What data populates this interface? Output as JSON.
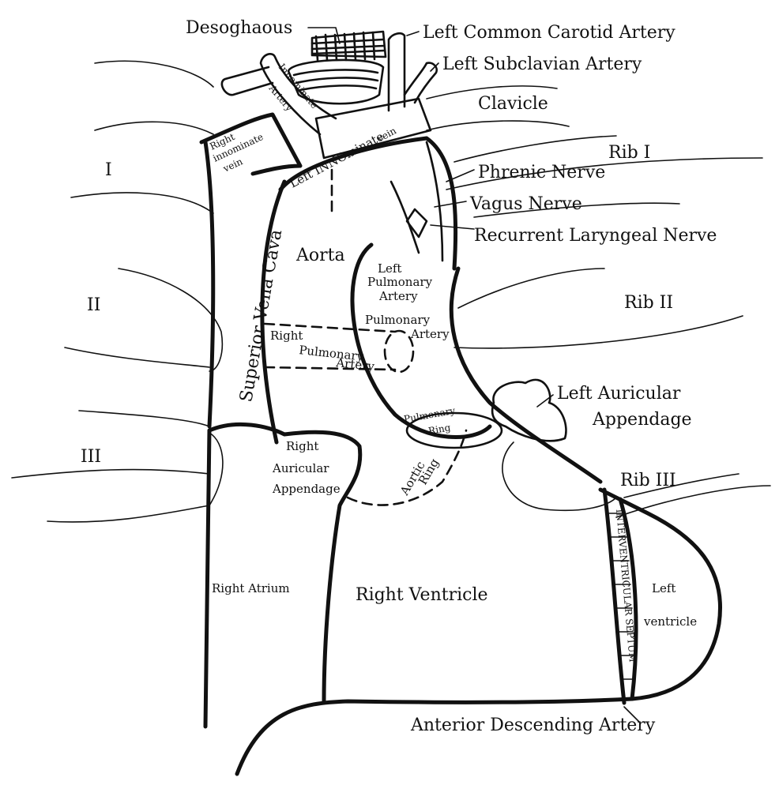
{
  "labels": {
    "esophagus": "Desoghaous",
    "left_common_carotid": "Left Common Carotid Artery",
    "left_subclavian": "Left Subclavian Artery",
    "clavicle": "Clavicle",
    "innominate_artery_1": "Innominate",
    "innominate_artery_2": "Artery",
    "left_innominate_vein_1": "Left INNOminate",
    "left_innominate_vein_2": "vein",
    "right_innominate_vein_1": "Right",
    "right_innominate_vein_2": "innominate",
    "right_innominate_vein_3": "vein",
    "rib1": "Rib I",
    "phrenic_nerve": "Phrenic Nerve",
    "vagus_nerve": "Vagus Nerve",
    "recurrent_laryngeal_nerve": "Recurrent Laryngeal Nerve",
    "aorta": "Aorta",
    "left_pulmonary_artery_1": "Left",
    "left_pulmonary_artery_2": "Pulmonary",
    "left_pulmonary_artery_3": "Artery",
    "pulmonary_artery_1": "Pulmonary",
    "pulmonary_artery_2": "Artery",
    "rib2": "Rib II",
    "right_pulmonary_artery_1": "Right",
    "right_pulmonary_artery_2": "Pulmonary",
    "right_pulmonary_artery_3": "Artery",
    "superior_vena_cava": "Superior Vena Cava",
    "left_auricular_appendage_1": "Left Auricular",
    "left_auricular_appendage_2": "Appendage",
    "pulmonary_ring_1": "Pulmonary",
    "pulmonary_ring_2": "Ring",
    "aortic_ring_1": "Aortic",
    "aortic_ring_2": "Ring",
    "right_auricular_appendage_1": "Right",
    "right_auricular_appendage_2": "Auricular",
    "right_auricular_appendage_3": "Appendage",
    "rib3": "Rib III",
    "right_atrium": "Right Atrium",
    "right_ventricle": "Right Ventricle",
    "left_ventricle_1": "Left",
    "left_ventricle_2": "ventricle",
    "interventricular_septum": "INTERVENTRICULAR SEPTUM",
    "anterior_descending_artery": "Anterior Descending Artery",
    "roman_1": "I",
    "roman_2": "II",
    "roman_3": "III"
  }
}
